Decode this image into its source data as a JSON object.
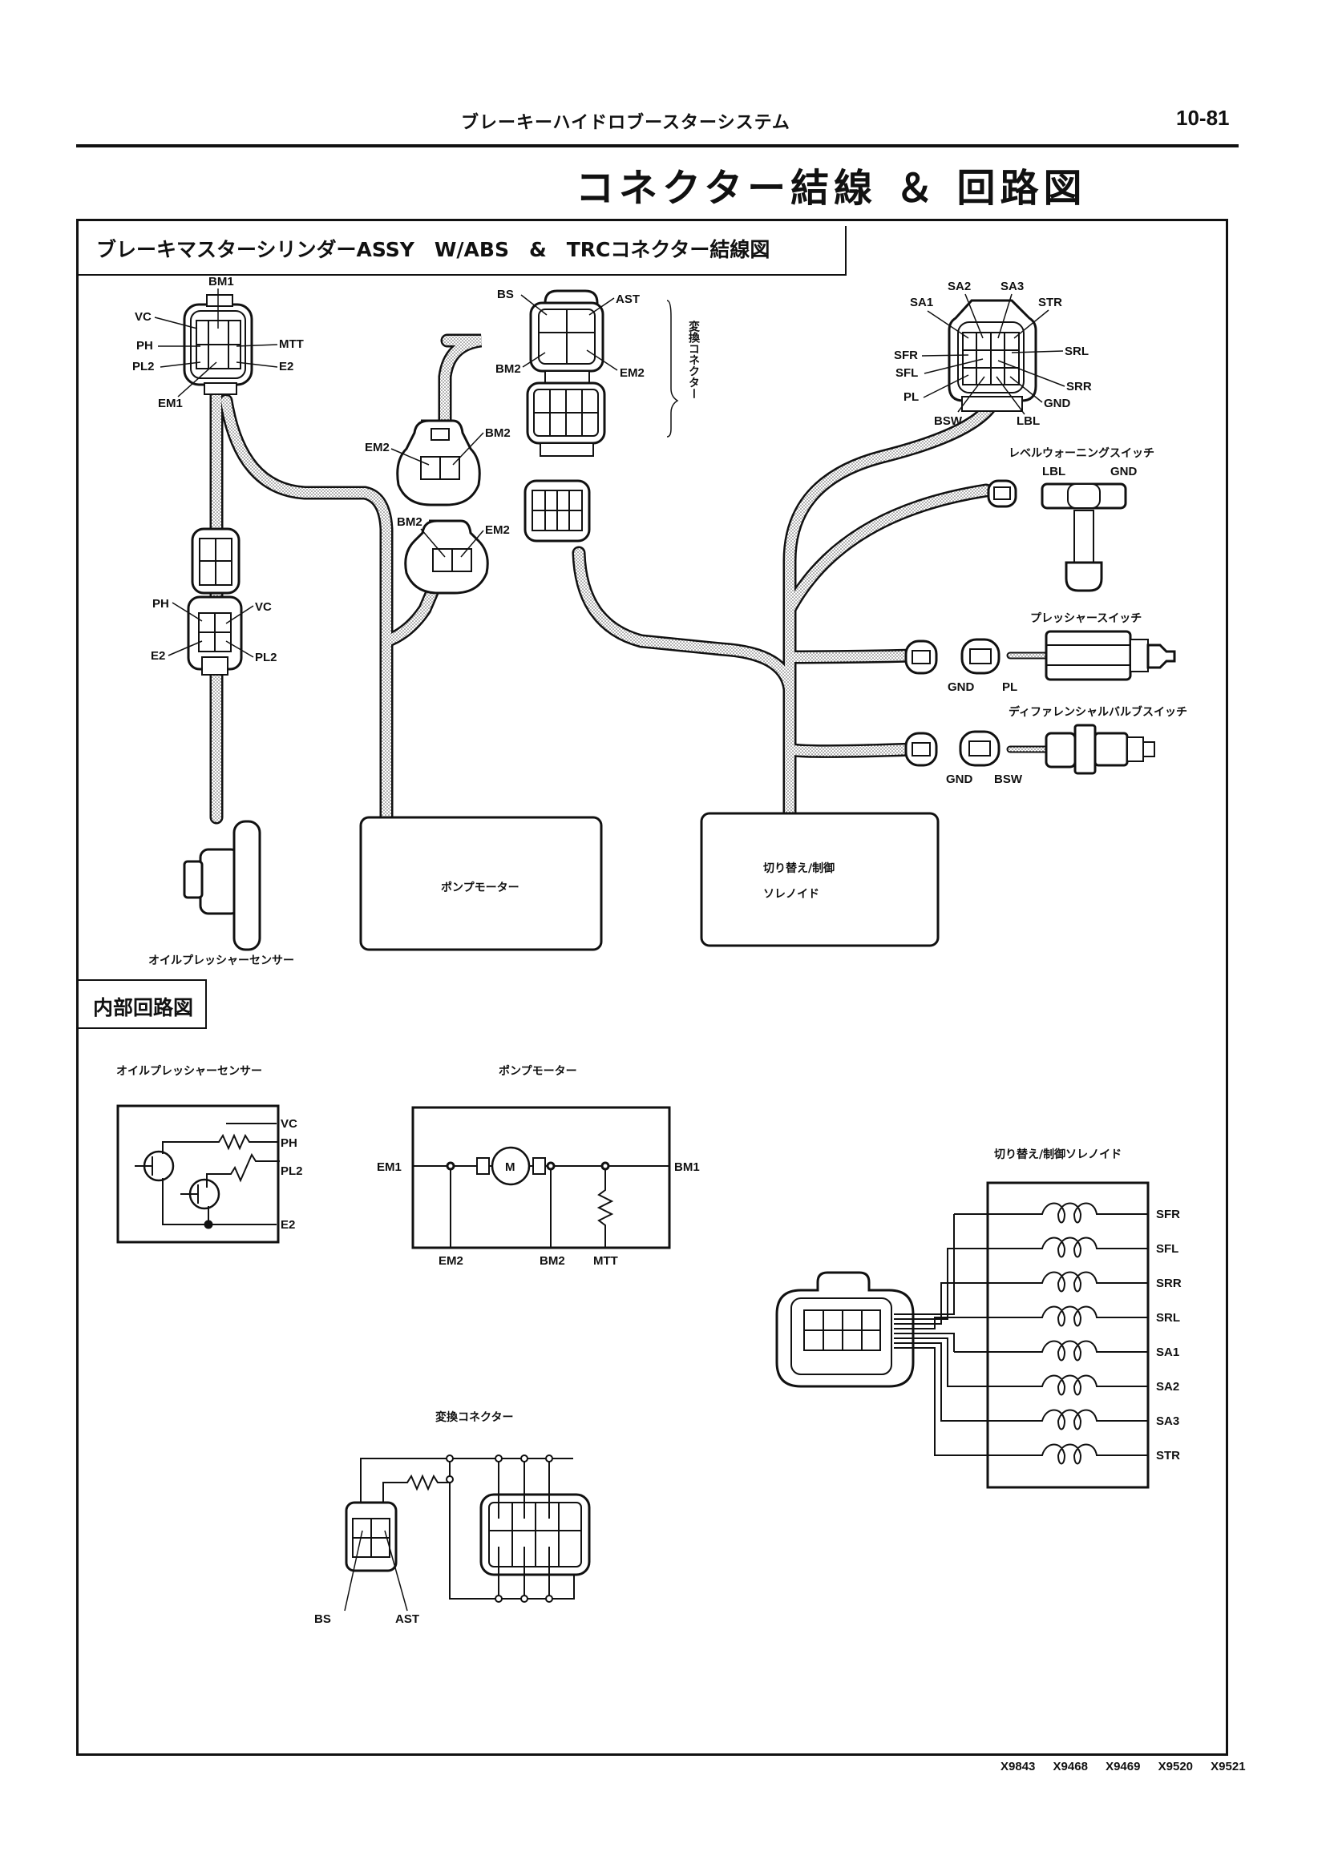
{
  "header": {
    "section_title": "ブレーキーハイドロブースターシステム",
    "page_number": "10-81",
    "main_title": "コネクター結線 ＆ 回路図"
  },
  "sections": {
    "connector_wiring": "ブレーキマスターシリンダーASSY　W/ABS　&　TRCコネクター結線図",
    "internal_circuit": "内部回路図"
  },
  "components": {
    "oil_pressure_sensor": "オイルプレッシャーセンサー",
    "pump_motor": "ポンプモーター",
    "solenoid_line1": "切り替え/制御",
    "solenoid_line2": "ソレノイド",
    "solenoid_full": "切り替え/制御ソレノイド",
    "conversion_connector": "変換コネクター",
    "level_warning_switch": "レベルウォーニングスイッチ",
    "pressure_switch": "プレッシャースイッチ",
    "differential_valve_switch": "ディファレンシャルバルブスイッチ"
  },
  "pins": {
    "main_connector": [
      "BM1",
      "VC",
      "PH",
      "PL2",
      "EM1",
      "MTT",
      "E2"
    ],
    "sensor_connector": [
      "PH",
      "VC",
      "E2",
      "PL2"
    ],
    "conversion_upper": [
      "BS",
      "AST",
      "BM2",
      "EM2"
    ],
    "motor_plug_a": [
      "EM2",
      "BM2"
    ],
    "motor_plug_b": [
      "BM2",
      "EM2"
    ],
    "solenoid_connector": [
      "SA1",
      "SA2",
      "SA3",
      "STR",
      "SFR",
      "SFL",
      "PL",
      "BSW",
      "SRL",
      "SRR",
      "GND",
      "LBL"
    ],
    "level_switch": [
      "LBL",
      "GND"
    ],
    "pressure_switch": [
      "GND",
      "PL"
    ],
    "diff_switch": [
      "GND",
      "BSW"
    ]
  },
  "circuits": {
    "oil_sensor_terminals": [
      "VC",
      "PH",
      "PL2",
      "E2"
    ],
    "pump_motor_terminals": [
      "EM1",
      "BM1",
      "EM2",
      "BM2",
      "MTT"
    ],
    "motor_symbol": "M",
    "solenoid_terminals": [
      "SFR",
      "SFL",
      "SRR",
      "SRL",
      "SA1",
      "SA2",
      "SA3",
      "STR"
    ],
    "conversion_terminals": [
      "BS",
      "AST"
    ]
  },
  "footer": {
    "figure_codes": "X9843 X9468 X9469 X9520 X9521"
  }
}
